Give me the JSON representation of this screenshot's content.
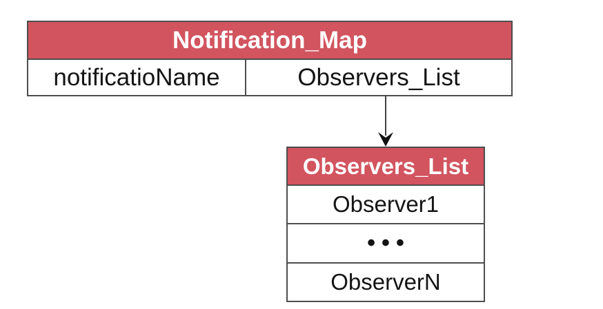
{
  "colors": {
    "header_red": "#d2545f",
    "border": "#4d4d4d",
    "text": "#141414",
    "header_text": "#ffffff"
  },
  "notification_map": {
    "title": "Notification_Map",
    "cells": [
      "notificatioName",
      "Observers_List"
    ]
  },
  "observers_list": {
    "title": "Observers_List",
    "rows": [
      "Observer1",
      "•••",
      "ObserverN"
    ]
  },
  "arrow": {
    "icon": "down-arrow"
  }
}
